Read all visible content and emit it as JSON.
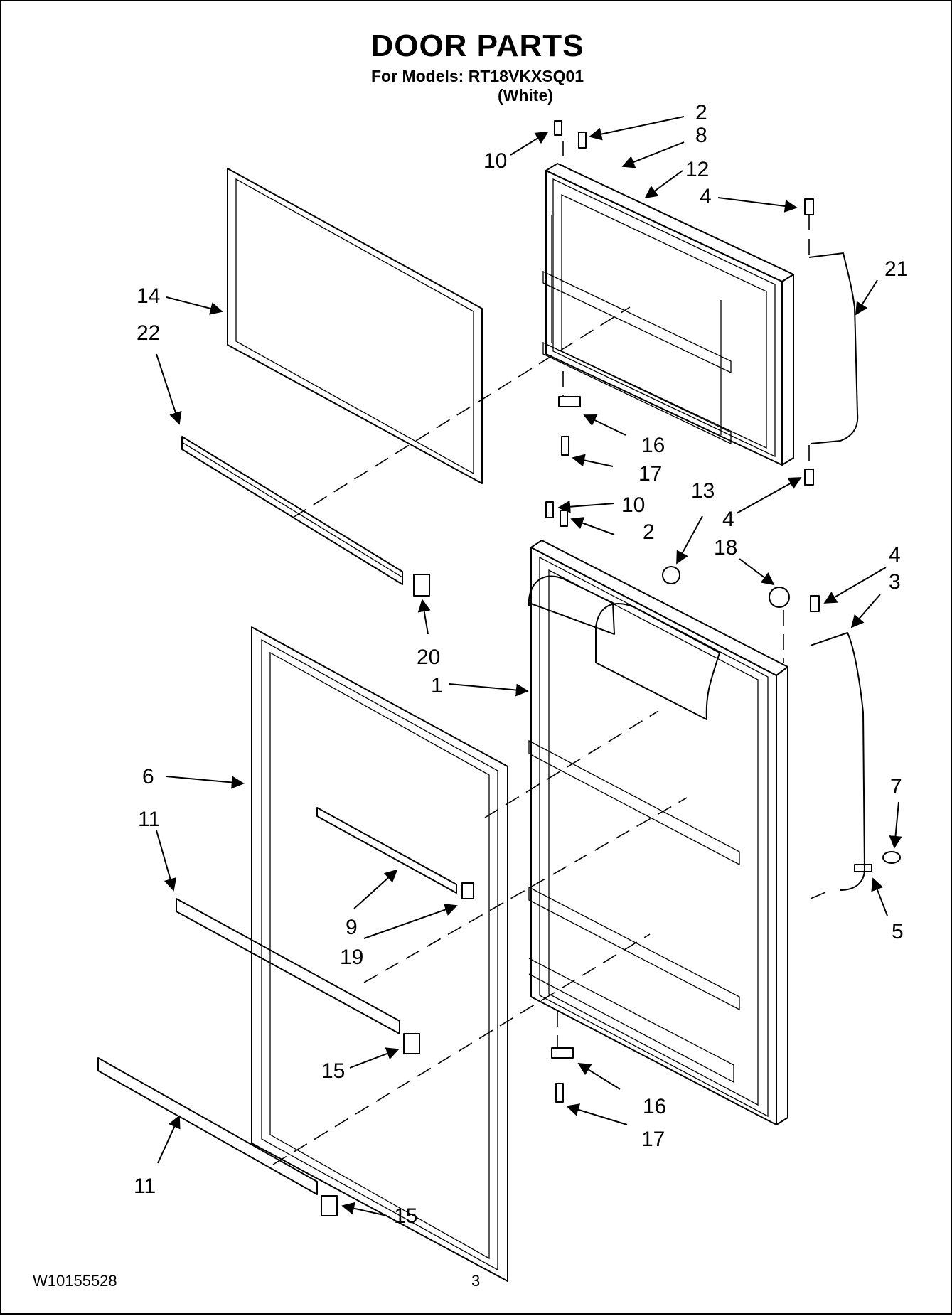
{
  "header": {
    "title": "DOOR PARTS",
    "models_line": "For Models: RT18VKXSQ01",
    "color_line": "(White)"
  },
  "footer": {
    "document_number": "W10155528",
    "page_number": "3"
  },
  "callouts": [
    "2",
    "8",
    "10",
    "12",
    "4",
    "21",
    "14",
    "22",
    "16",
    "17",
    "13",
    "10",
    "2",
    "4",
    "18",
    "4",
    "3",
    "20",
    "1",
    "6",
    "7",
    "11",
    "9",
    "19",
    "5",
    "15",
    "16",
    "17",
    "11",
    "15"
  ]
}
